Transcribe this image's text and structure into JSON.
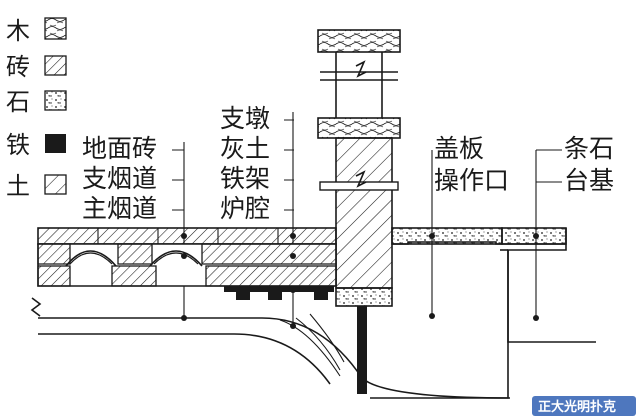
{
  "legend": [
    {
      "label": "木",
      "material": "wood"
    },
    {
      "label": "砖",
      "material": "brick"
    },
    {
      "label": "石",
      "material": "stone"
    },
    {
      "label": "铁",
      "material": "iron"
    },
    {
      "label": "土",
      "material": "earth"
    }
  ],
  "labels": {
    "ground_brick": "地面砖",
    "branch_flue": "支烟道",
    "main_flue": "主烟道",
    "support_pier": "支墩",
    "lime_soil": "灰土",
    "iron_frame": "铁架",
    "furnace_cavity": "炉腔",
    "cover_plate": "盖板",
    "operation_port": "操作口",
    "strip_stone": "条石",
    "platform_base": "台基"
  },
  "watermark": "正大光明扑克"
}
